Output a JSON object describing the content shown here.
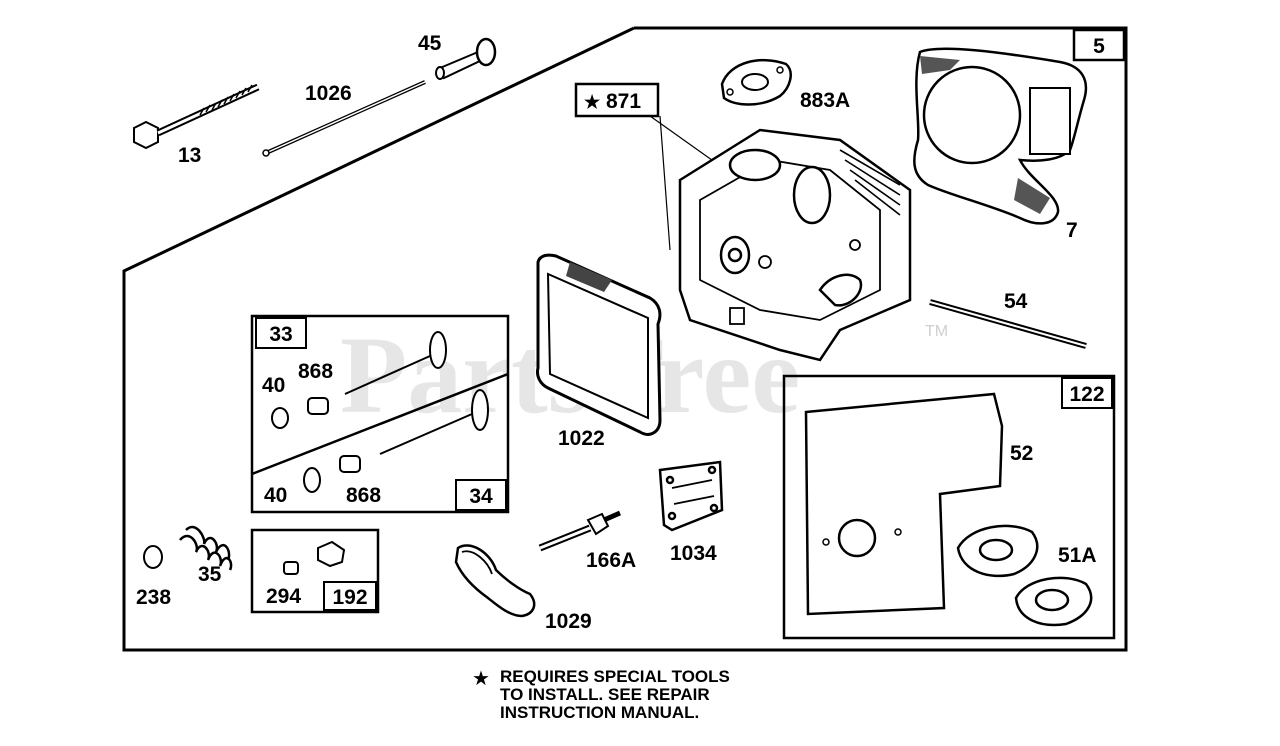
{
  "watermark": "PartsTree",
  "watermark_tm": "TM",
  "assembly_box": "5",
  "callouts": {
    "p45": "45",
    "p1026": "1026",
    "p13": "13",
    "p871": "871",
    "p883A": "883A",
    "p7": "7",
    "p54": "54",
    "p1022": "1022",
    "p33": "33",
    "p34": "34",
    "p40a": "40",
    "p40b": "40",
    "p868a": "868",
    "p868b": "868",
    "p122": "122",
    "p52": "52",
    "p51A": "51A",
    "p1034": "1034",
    "p166A": "166A",
    "p1029": "1029",
    "p238": "238",
    "p35": "35",
    "p294": "294",
    "p192": "192"
  },
  "star_symbol": "★",
  "note": {
    "line1": "REQUIRES SPECIAL TOOLS",
    "line2": "TO INSTALL.  SEE REPAIR",
    "line3": "INSTRUCTION MANUAL."
  }
}
